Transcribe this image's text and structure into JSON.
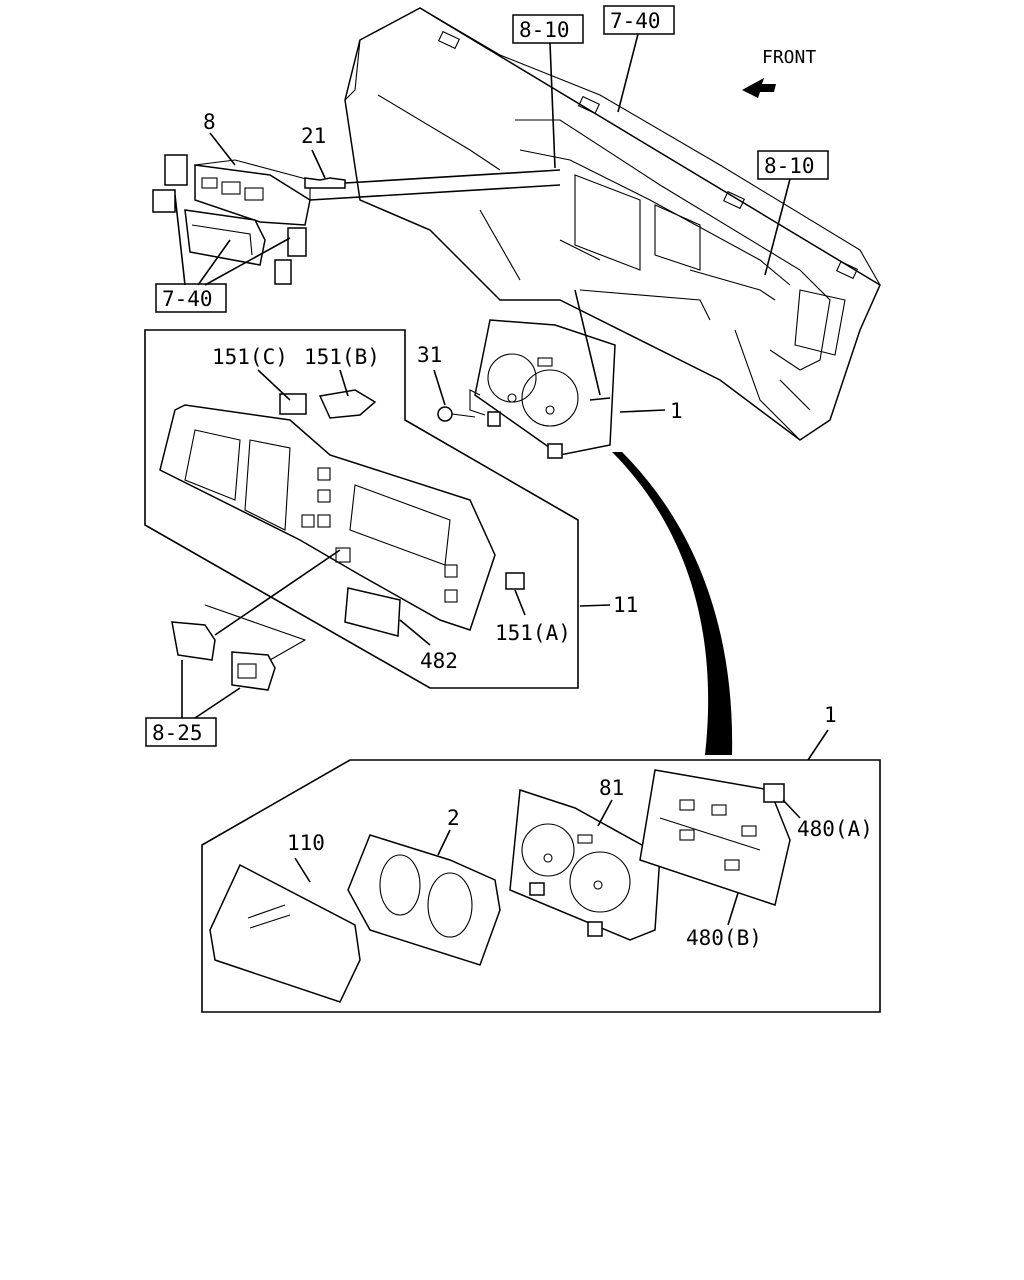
{
  "direction_label": "FRONT",
  "refs": {
    "ref_8_10_top": "8-10",
    "ref_7_40_top": "7-40",
    "ref_8_10_right": "8-10",
    "ref_7_40_left": "7-40",
    "ref_8_25": "8-25"
  },
  "callouts": {
    "c8": "8",
    "c21": "21",
    "c31": "31",
    "c1_upper": "1",
    "c151c": "151(C)",
    "c151b": "151(B)",
    "c151a": "151(A)",
    "c11": "11",
    "c482": "482",
    "c1_lower": "1",
    "c110": "110",
    "c2": "2",
    "c81": "81",
    "c480a": "480(A)",
    "c480b": "480(B)"
  }
}
